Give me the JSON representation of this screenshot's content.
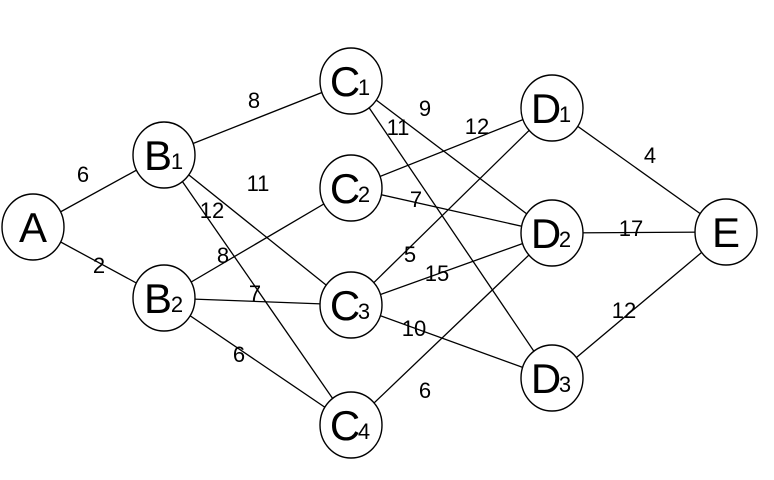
{
  "nodes": [
    {
      "id": "A",
      "letter": "A",
      "sub": ""
    },
    {
      "id": "B1",
      "letter": "B",
      "sub": "1"
    },
    {
      "id": "B2",
      "letter": "B",
      "sub": "2"
    },
    {
      "id": "C1",
      "letter": "C",
      "sub": "1"
    },
    {
      "id": "C2",
      "letter": "C",
      "sub": "2"
    },
    {
      "id": "C3",
      "letter": "C",
      "sub": "3"
    },
    {
      "id": "C4",
      "letter": "C",
      "sub": "4"
    },
    {
      "id": "D1",
      "letter": "D",
      "sub": "1"
    },
    {
      "id": "D2",
      "letter": "D",
      "sub": "2"
    },
    {
      "id": "D3",
      "letter": "D",
      "sub": "3"
    },
    {
      "id": "E",
      "letter": "E",
      "sub": ""
    }
  ],
  "edges": [
    {
      "from": "A",
      "to": "B1",
      "weight": "6"
    },
    {
      "from": "A",
      "to": "B2",
      "weight": "2"
    },
    {
      "from": "B1",
      "to": "C1",
      "weight": "8"
    },
    {
      "from": "B1",
      "to": "C3",
      "weight": "11"
    },
    {
      "from": "B1",
      "to": "C4",
      "weight": "12"
    },
    {
      "from": "B2",
      "to": "C2",
      "weight": "8"
    },
    {
      "from": "B2",
      "to": "C3",
      "weight": "7"
    },
    {
      "from": "B2",
      "to": "C4",
      "weight": "6"
    },
    {
      "from": "C1",
      "to": "D2",
      "weight": "9"
    },
    {
      "from": "C1",
      "to": "D3",
      "weight": "11"
    },
    {
      "from": "C2",
      "to": "D1",
      "weight": "12"
    },
    {
      "from": "C2",
      "to": "D2",
      "weight": "7"
    },
    {
      "from": "C3",
      "to": "D1",
      "weight": "5"
    },
    {
      "from": "C3",
      "to": "D2",
      "weight": "15"
    },
    {
      "from": "C3",
      "to": "D3",
      "weight": "10"
    },
    {
      "from": "C4",
      "to": "D2",
      "weight": "6"
    },
    {
      "from": "D1",
      "to": "E",
      "weight": "4"
    },
    {
      "from": "D2",
      "to": "E",
      "weight": "17"
    },
    {
      "from": "D3",
      "to": "E",
      "weight": "12"
    }
  ]
}
